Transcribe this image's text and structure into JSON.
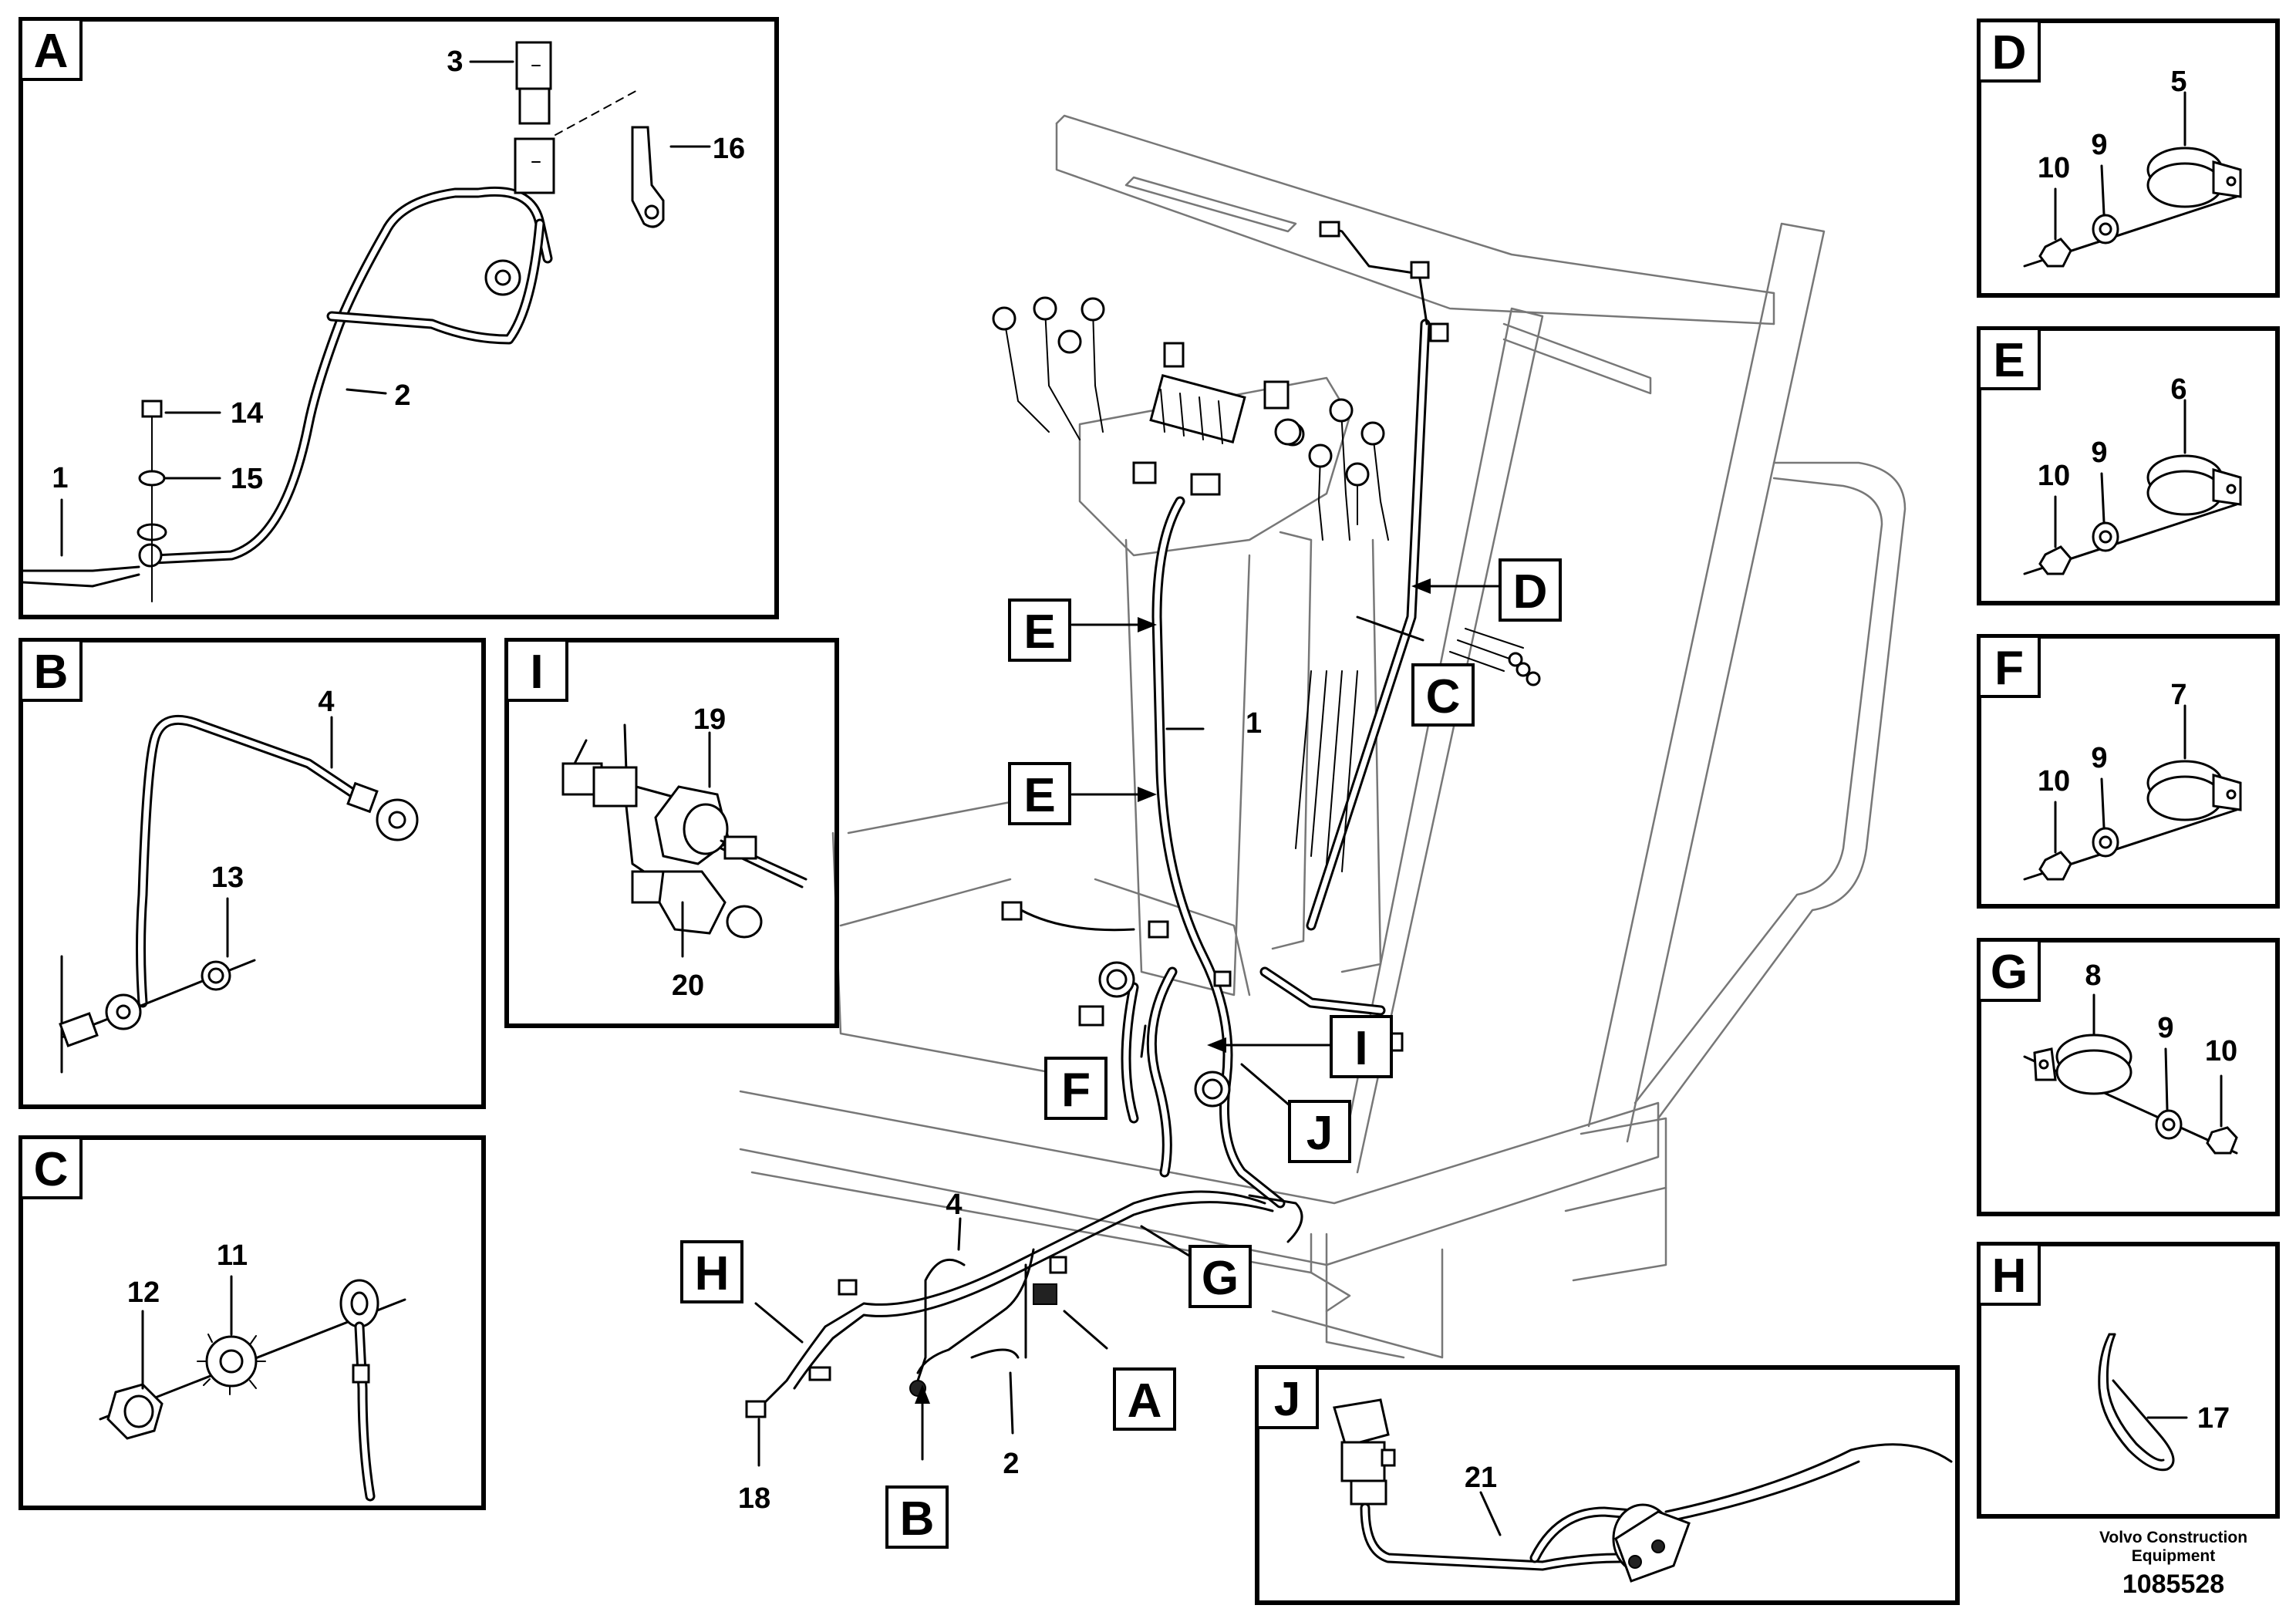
{
  "figure": {
    "document_number": "1085528",
    "brand_line1": "Volvo Construction",
    "brand_line2": "Equipment"
  },
  "main_view": {
    "callout_letters": [
      "A",
      "B",
      "C",
      "D",
      "E",
      "E",
      "F",
      "G",
      "H",
      "I",
      "J"
    ],
    "item_numbers": [
      "1",
      "2",
      "4",
      "18"
    ]
  },
  "details": {
    "A": {
      "letter": "A",
      "items": [
        "3",
        "16",
        "2",
        "14",
        "15",
        "1"
      ]
    },
    "B": {
      "letter": "B",
      "items": [
        "4",
        "13"
      ]
    },
    "C": {
      "letter": "C",
      "items": [
        "12",
        "11"
      ]
    },
    "D": {
      "letter": "D",
      "items": [
        "5",
        "10",
        "9"
      ]
    },
    "E": {
      "letter": "E",
      "items": [
        "6",
        "10",
        "9"
      ]
    },
    "F": {
      "letter": "F",
      "items": [
        "7",
        "10",
        "9"
      ]
    },
    "G": {
      "letter": "G",
      "items": [
        "8",
        "9",
        "10"
      ]
    },
    "H": {
      "letter": "H",
      "items": [
        "17"
      ]
    },
    "I": {
      "letter": "I",
      "items": [
        "19",
        "20"
      ]
    },
    "J": {
      "letter": "J",
      "items": [
        "21"
      ]
    }
  }
}
